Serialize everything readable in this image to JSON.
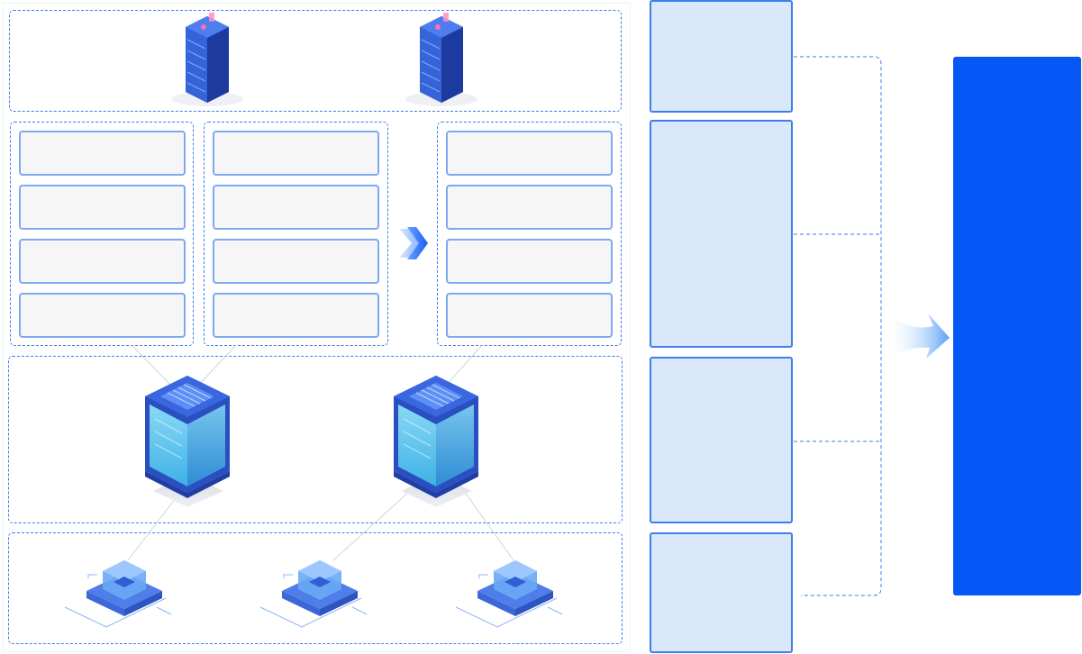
{
  "diagram": {
    "colors": {
      "accent": "#0558f5",
      "panel_fill": "#dae8fc",
      "panel_border": "#3d7fe8",
      "slot_fill": "#f6f6f7",
      "slot_border": "#7ea8f2",
      "dashed_border": "#3b7bf0",
      "server_dark": "#2a4fc0",
      "server_cyan": "#7fd6f5"
    },
    "icons": {
      "top_servers": [
        "server-rack-icon",
        "server-rack-icon"
      ],
      "middle_servers": [
        "glass-server-icon",
        "glass-server-icon"
      ],
      "bottom_nodes": [
        "chip-node-icon",
        "chip-node-icon",
        "chip-node-icon"
      ],
      "transfer": "double-chevron-right-icon",
      "flow": "flow-arrow-icon"
    },
    "slot_groups": [
      {
        "slots": 4
      },
      {
        "slots": 4
      },
      {
        "slots": 4
      }
    ],
    "right_panels": 4,
    "target_panel": 1
  }
}
